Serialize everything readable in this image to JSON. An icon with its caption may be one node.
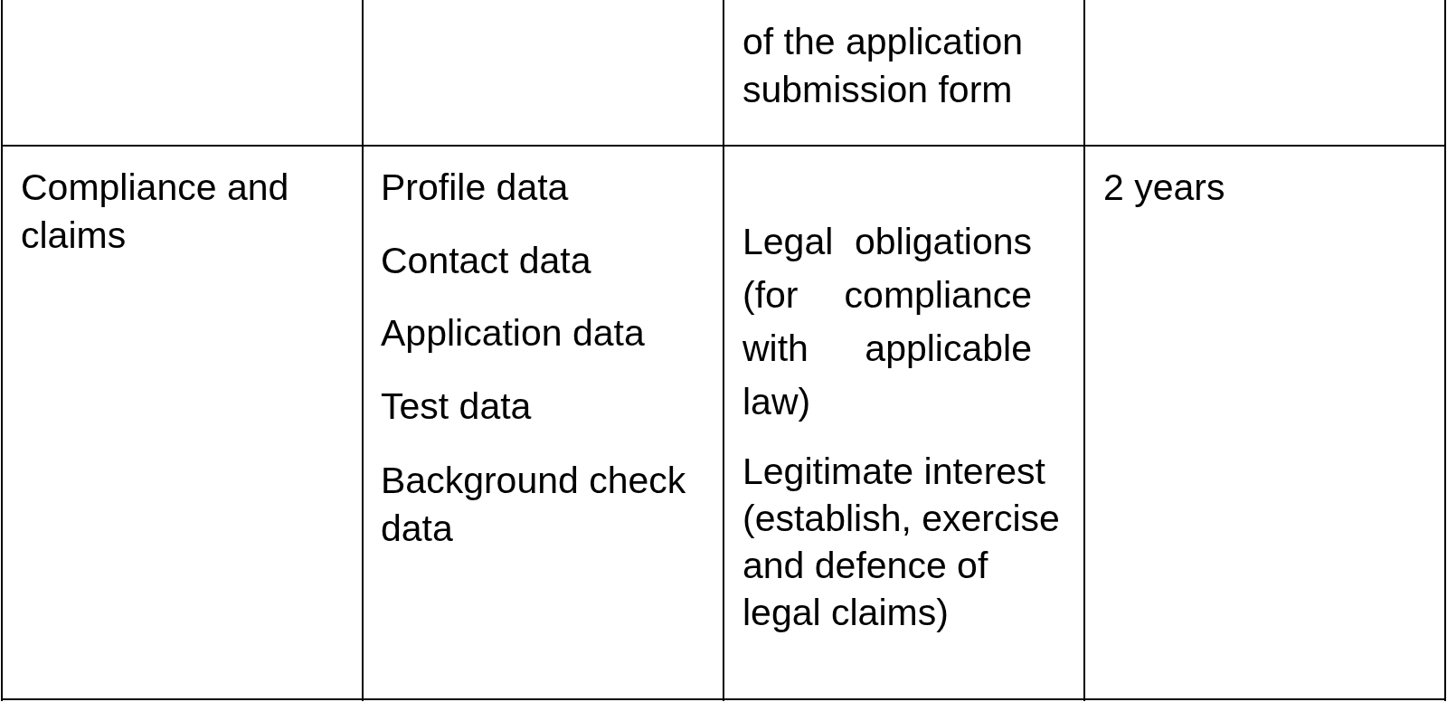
{
  "diagram": {
    "labels": [
      "of the application submission form",
      "Compliance and claims",
      "Profile data",
      "Contact data",
      "Application data",
      "Test data",
      "Background check data",
      "Legal obligations (for compliance with applicable law)",
      "Legitimate interest (establish, exercise and defence of legal claims)",
      "2 years"
    ]
  }
}
